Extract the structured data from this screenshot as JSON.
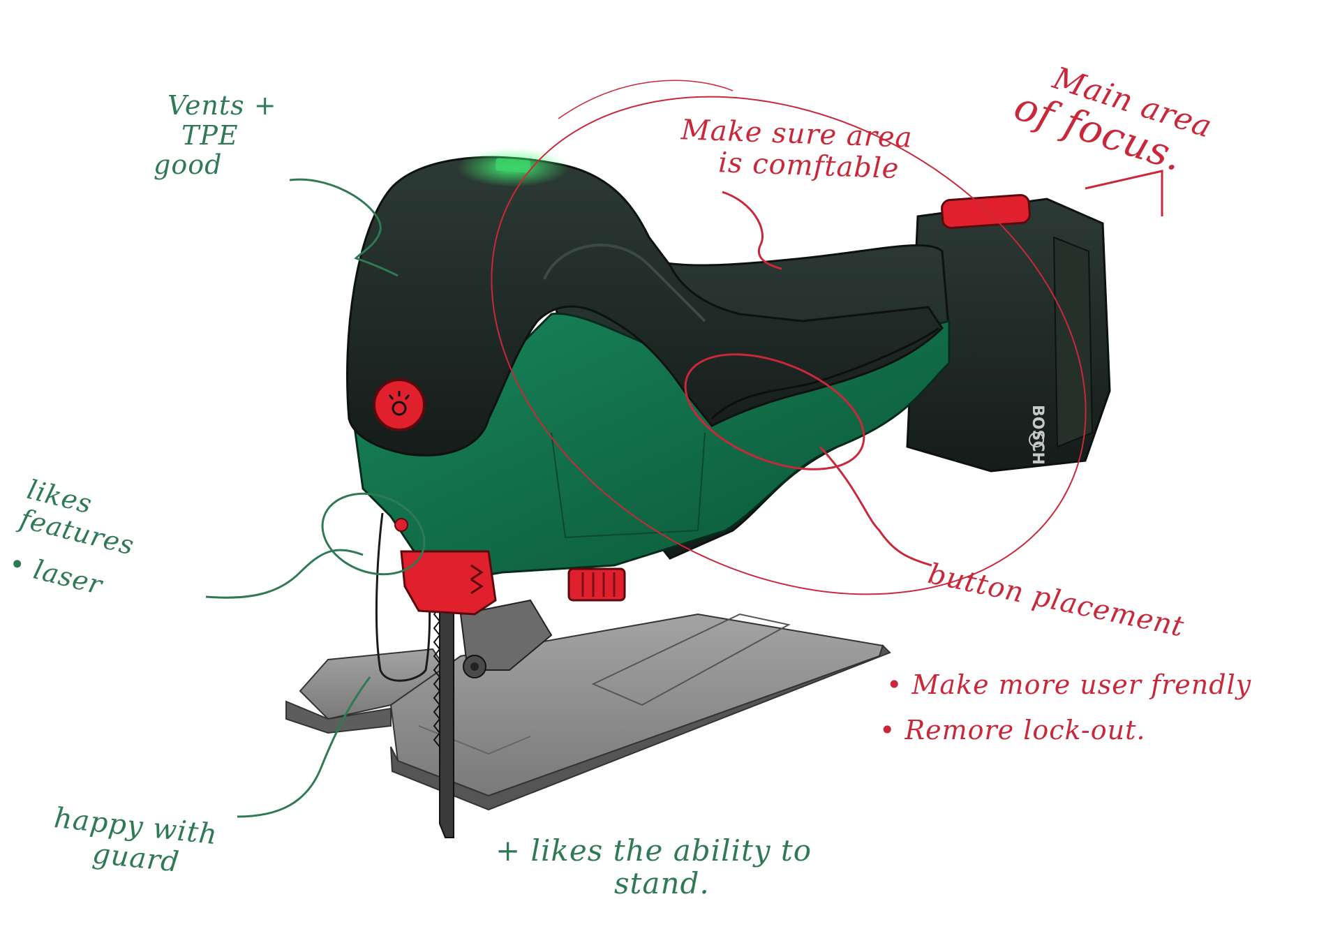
{
  "colors": {
    "tpe_black": "#1f2a26",
    "body_green": "#0f6b45",
    "accent_red": "#e0202c",
    "base_grey": "#8e8e8e",
    "note_green": "#2f7a55",
    "note_red": "#c9283a"
  },
  "notes": {
    "vents": [
      "Vents +",
      "TPE",
      "good"
    ],
    "focus": [
      "Main area",
      "of focus."
    ],
    "comfort": [
      "Make sure area",
      "is comftable"
    ],
    "laser": [
      "likes",
      "features",
      "• laser"
    ],
    "button": [
      "button placement"
    ],
    "bullets": [
      "• Make more user frendly",
      "• Remore lock-out."
    ],
    "guard": [
      "happy with",
      "guard"
    ],
    "stand": [
      "+ likes the ability to",
      "stand."
    ]
  },
  "product": {
    "brand_mark": "BOSCH",
    "icons": [
      "led-light-button-icon",
      "battery-release-button-icon",
      "lock-off-switch-icon",
      "laser-dot-icon",
      "power-indicator-icon"
    ]
  }
}
